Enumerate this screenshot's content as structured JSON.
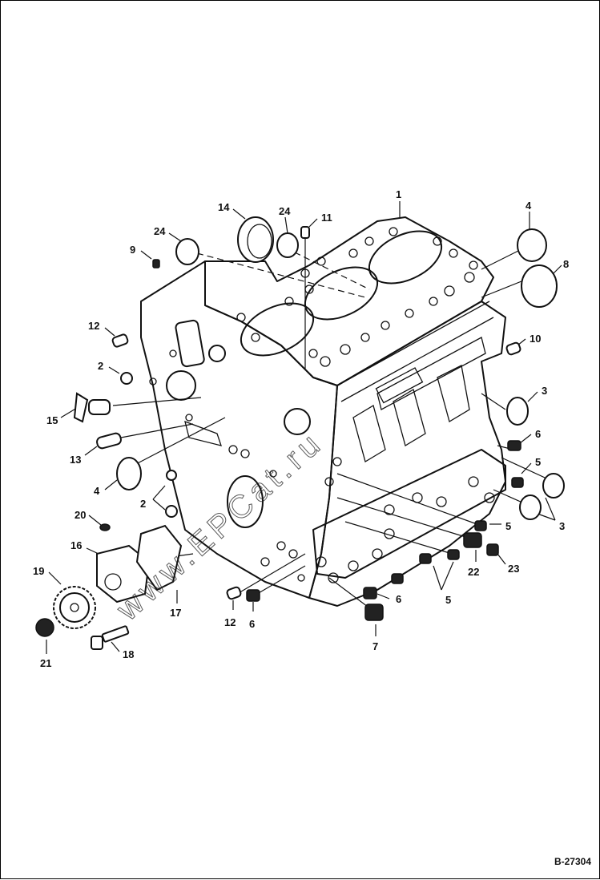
{
  "figure": {
    "reference_code": "B-27304",
    "watermark_text": "www.EPCat.ru"
  },
  "callouts": [
    {
      "id": "c1",
      "text": "1"
    },
    {
      "id": "c4a",
      "text": "4"
    },
    {
      "id": "c8",
      "text": "8"
    },
    {
      "id": "c24a",
      "text": "24"
    },
    {
      "id": "c11",
      "text": "11"
    },
    {
      "id": "c14",
      "text": "14"
    },
    {
      "id": "c24b",
      "text": "24"
    },
    {
      "id": "c9",
      "text": "9"
    },
    {
      "id": "c12a",
      "text": "12"
    },
    {
      "id": "c10",
      "text": "10"
    },
    {
      "id": "c2a",
      "text": "2"
    },
    {
      "id": "c3a",
      "text": "3"
    },
    {
      "id": "c15",
      "text": "15"
    },
    {
      "id": "c6a",
      "text": "6"
    },
    {
      "id": "c13",
      "text": "13"
    },
    {
      "id": "c5a",
      "text": "5"
    },
    {
      "id": "c4b",
      "text": "4"
    },
    {
      "id": "c2b",
      "text": "2"
    },
    {
      "id": "c3b",
      "text": "3"
    },
    {
      "id": "c20",
      "text": "20"
    },
    {
      "id": "c5b",
      "text": "5"
    },
    {
      "id": "c16",
      "text": "16"
    },
    {
      "id": "c22",
      "text": "22"
    },
    {
      "id": "c23",
      "text": "23"
    },
    {
      "id": "c19",
      "text": "19"
    },
    {
      "id": "c17",
      "text": "17"
    },
    {
      "id": "c5c",
      "text": "5"
    },
    {
      "id": "c12b",
      "text": "12"
    },
    {
      "id": "c6b",
      "text": "6"
    },
    {
      "id": "c6c",
      "text": "6"
    },
    {
      "id": "c7",
      "text": "7"
    },
    {
      "id": "c21",
      "text": "21"
    },
    {
      "id": "c18",
      "text": "18"
    }
  ]
}
